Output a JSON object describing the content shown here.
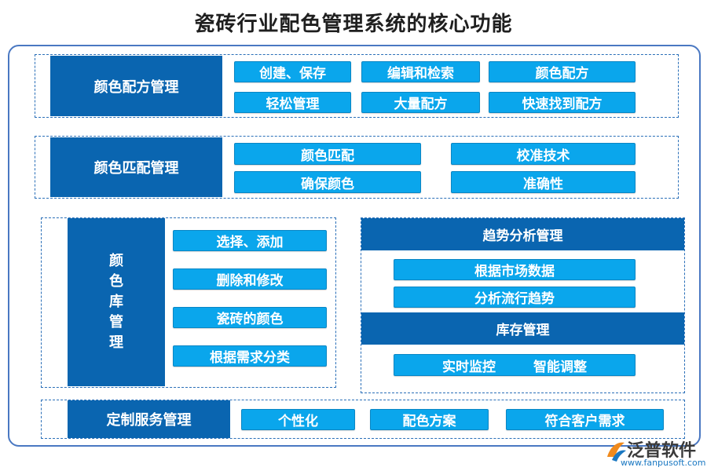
{
  "title": "瓷砖行业配色管理系统的核心功能",
  "sections": {
    "formula": {
      "header": "颜色配方管理",
      "items": [
        "创建、保存",
        "编辑和检索",
        "颜色配方",
        "轻松管理",
        "大量配方",
        "快速找到配方"
      ]
    },
    "matching": {
      "header": "颜色匹配管理",
      "items": [
        "颜色匹配",
        "校准技术",
        "确保颜色",
        "准确性"
      ]
    },
    "library": {
      "header_chars": [
        "颜",
        "色",
        "库",
        "管",
        "理"
      ],
      "items": [
        "选择、添加",
        "删除和修改",
        "瓷砖的颜色",
        "根据需求分类"
      ]
    },
    "trend": {
      "header": "趋势分析管理",
      "items": [
        "根据市场数据",
        "分析流行趋势"
      ]
    },
    "inventory": {
      "header": "库存管理",
      "item_a": "实时监控",
      "item_b": "智能调整"
    },
    "custom": {
      "header": "定制服务管理",
      "items": [
        "个性化",
        "配色方案",
        "符合客户需求"
      ]
    }
  },
  "logo": {
    "name": "泛普软件",
    "url": "www.fanpusoft.com"
  },
  "colors": {
    "dark_blue": "#0a65b0",
    "light_blue": "#0aa6ec",
    "border_blue": "#2a6fb8"
  }
}
